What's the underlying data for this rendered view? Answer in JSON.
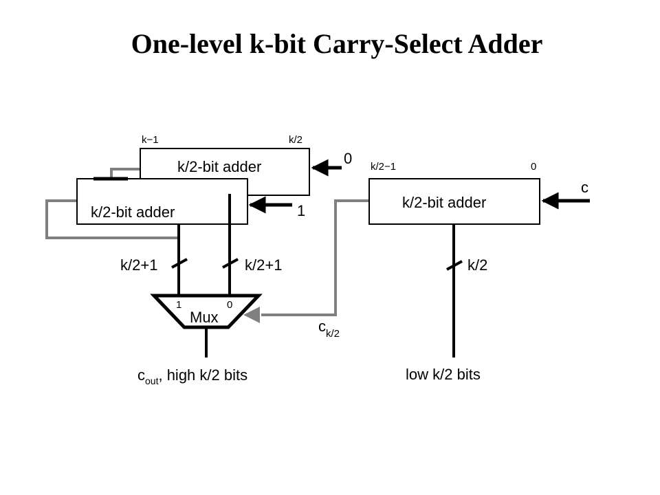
{
  "title": "One-level k-bit Carry-Select Adder",
  "diagram": {
    "upper_back_adder": {
      "label": "k/2-bit adder",
      "msb_index": "k−1",
      "lsb_index": "k/2",
      "carry_in": "0"
    },
    "upper_front_adder": {
      "label": "k/2-bit adder",
      "carry_in": "1"
    },
    "low_adder": {
      "label": "k/2-bit adder",
      "msb_index": "k/2−1",
      "lsb_index": "0",
      "carry_in": "c"
    },
    "bus_width_left": "k/2+1",
    "bus_width_right": "k/2+1",
    "bus_width_low": "k/2",
    "mux": {
      "label": "Mux",
      "input_1": "1",
      "input_0": "0"
    },
    "select_signal": {
      "base": "c",
      "subscript": "k/2"
    },
    "output_high": {
      "base": "c",
      "subscript": "out",
      "rest": ", high k/2 bits"
    },
    "output_low": "low k/2 bits"
  }
}
